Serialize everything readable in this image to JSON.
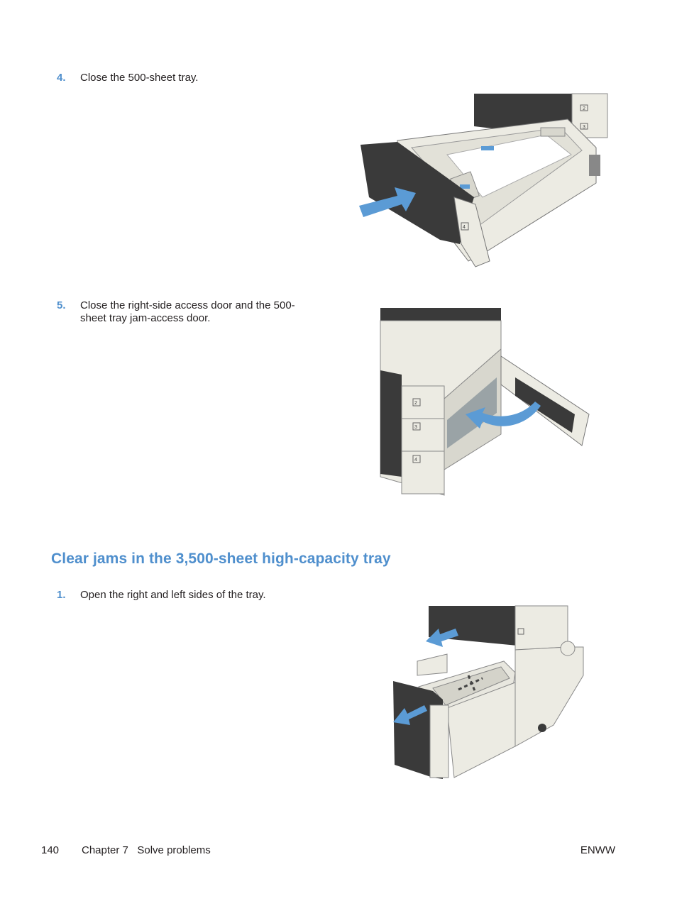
{
  "steps": [
    {
      "number": "4.",
      "text": "Close the 500-sheet tray."
    },
    {
      "number": "5.",
      "text": "Close the right-side access door and the 500-sheet tray jam-access door."
    },
    {
      "number": "1.",
      "text": "Open the right and left sides of the tray."
    }
  ],
  "section": {
    "heading": "Clear jams in the 3,500-sheet high-capacity tray"
  },
  "tray_labels": {
    "two": "2",
    "three": "3",
    "four": "4"
  },
  "footer": {
    "page_number": "140",
    "chapter": "Chapter 7   Solve problems",
    "locale": "ENWW"
  },
  "colors": {
    "accent": "#4f8fcd",
    "arrow": "#5b9bd5",
    "printer_dark": "#3a3a3a",
    "printer_light": "#ecebe3"
  }
}
